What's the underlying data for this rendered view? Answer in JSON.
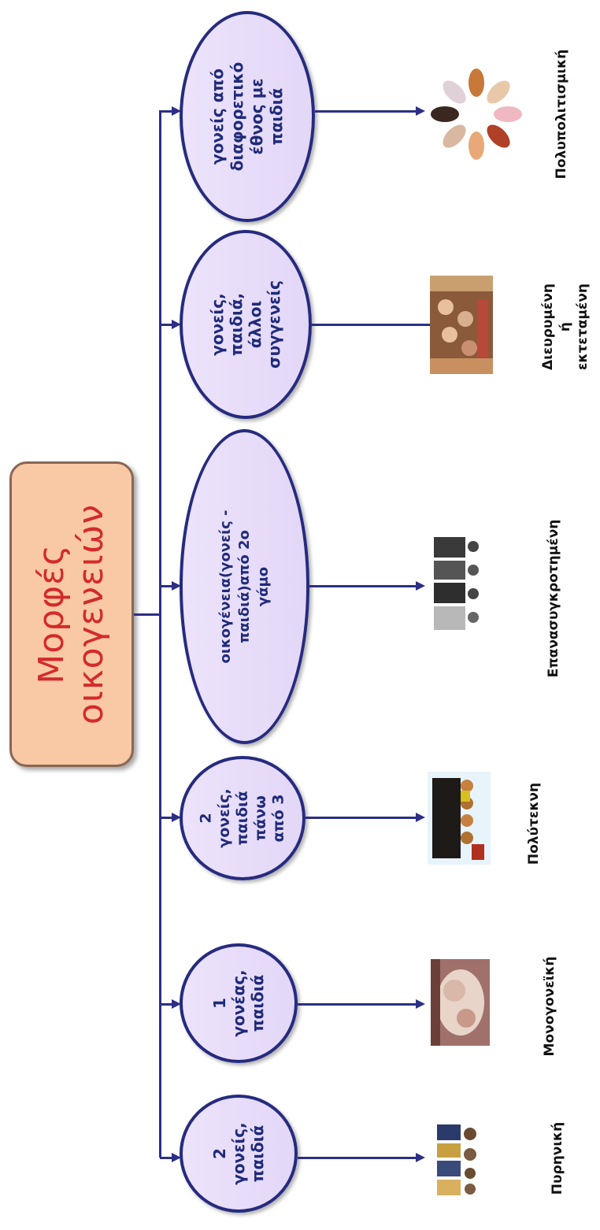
{
  "title": {
    "line1": "Μορφές",
    "line2": "οικογενειών"
  },
  "nodes": [
    {
      "text": "2\nγονείς,\nπαιδιά"
    },
    {
      "text": "1\nγονέας,\nπαιδιά"
    },
    {
      "text": "2\nγονείς,\nπαιδιά\nπάνω\nαπό 3"
    },
    {
      "text": "οικογένεια(γονείς -\nπαιδιά)από 2ο\nγάμο"
    },
    {
      "text": "γονείς,\nπαιδιά,\nάλλοι\nσυγγενείς"
    },
    {
      "text": "γονείς από\nδιαφορετικό\nέθνος με\nπαιδιά"
    }
  ],
  "labels": [
    {
      "text": "Πυρηνική"
    },
    {
      "text": "Μονογονεϊκή"
    },
    {
      "text": "Πολύτεκνη"
    },
    {
      "text": "Επανασυγκροτημένη"
    },
    {
      "text": "Διευρυμένη\nή\nεκτεταμένη"
    },
    {
      "text": "Πολυπολιτισμική"
    }
  ],
  "pictures": [
    {
      "icon": "nuclear-family-photo"
    },
    {
      "icon": "single-parent-photo"
    },
    {
      "icon": "large-family-photo"
    },
    {
      "icon": "blended-family-photo"
    },
    {
      "icon": "extended-family-photo"
    },
    {
      "icon": "multicultural-hands-icon"
    }
  ],
  "colors": {
    "title_fill": "#f9c9a5",
    "title_text": "#d42a2a",
    "node_fill": "#e6dcf9",
    "node_border": "#262b7f",
    "connector": "#2b2f86"
  }
}
